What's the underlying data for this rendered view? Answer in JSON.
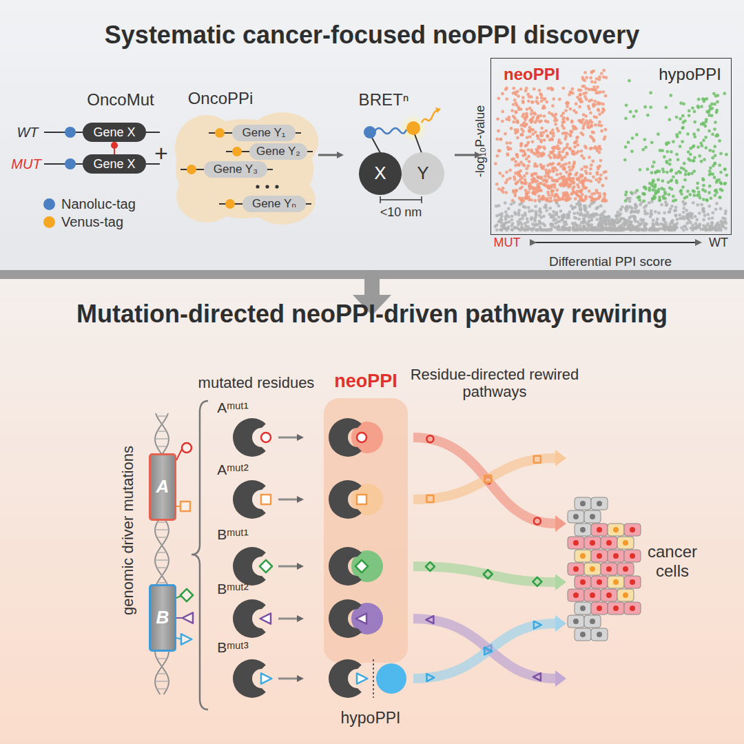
{
  "diagram": {
    "nodes": [
      {
        "text": [
          "Systematic cancer-focused neoPPI discovery"
        ]
      },
      {
        "text": [
          "Gene X"
        ],
        "in": 0
      },
      {
        "text": [
          "Gene X"
        ],
        "in": 0
      },
      {
        "text": [
          "OncoPPi"
        ],
        "in": 0
      },
      {
        "text": [
          "Gene Y₁"
        ],
        "in": 3
      },
      {
        "text": [
          "Gene Y₂"
        ],
        "in": 3
      },
      {
        "text": [
          "Gene Y₃"
        ],
        "in": 3
      },
      {
        "text": [
          "Gene Yₙ"
        ],
        "in": 3
      },
      {
        "text": [
          "X"
        ],
        "in": 0
      },
      {
        "text": [
          "Y"
        ],
        "in": 0
      },
      {
        "text": [
          "neoPPI",
          "hypoPPI"
        ],
        "in": 0
      },
      {
        "text": [
          "Mutation-directed neoPPI-driven pathway rewiring"
        ]
      },
      {
        "text": [
          "A"
        ],
        "in": 11
      },
      {
        "text": [
          "B"
        ],
        "in": 11
      },
      {
        "text": [
          "neoPPI"
        ],
        "in": 11
      }
    ],
    "edges": [
      {
        "from": 0,
        "to": 11,
        "arrow": "to"
      }
    ],
    "labels": [
      "OncoMut",
      "WT",
      "MUT",
      "+",
      "BRETⁿ",
      "<10 nm",
      "-log₁₀P-value",
      "MUT",
      "WT",
      "Differential PPI score",
      "mutated residues",
      "Residue-directed rewired pathways",
      "genomic driver mutations",
      "Aᵐᵘᵗ¹",
      "Aᵐᵘᵗ²",
      "Bᵐᵘᵗ¹",
      "Bᵐᵘᵗ²",
      "Bᵐᵘᵗ³",
      "hypoPPI",
      "cancer cells"
    ],
    "legend": [
      {
        "text": "Nanoluc-tag",
        "color": "#4a7fc1"
      },
      {
        "text": "Venus-tag",
        "color": "#f5a623"
      }
    ]
  }
}
